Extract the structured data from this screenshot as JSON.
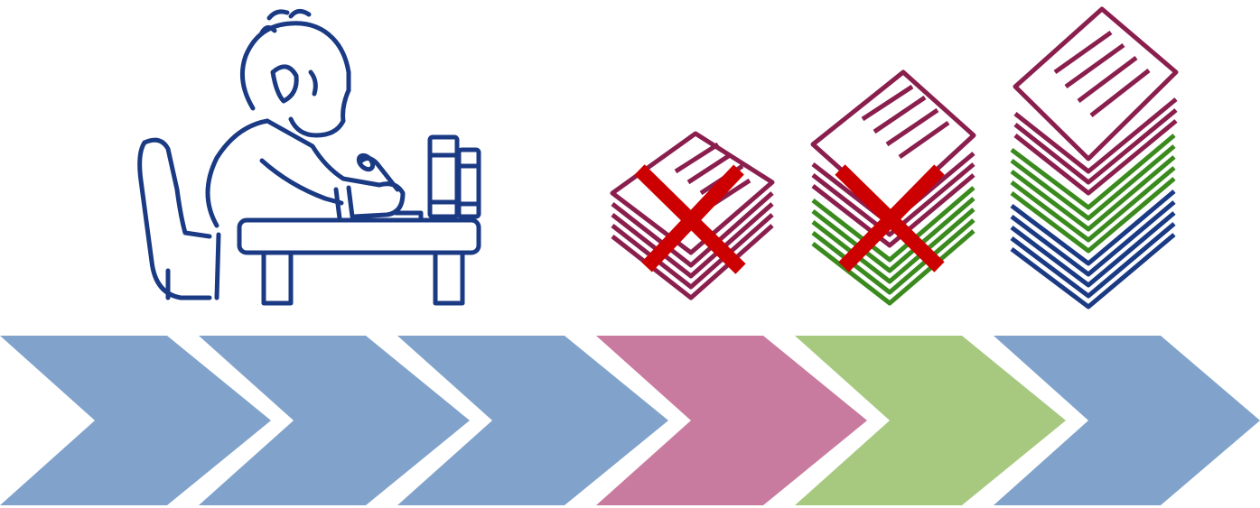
{
  "colors": {
    "background": "#ffffff",
    "line_navy": "#1b3a84",
    "sheet_maroon": "#8a1f4e",
    "sheet_green": "#3a8a1e",
    "sheet_blue": "#1b3a84",
    "reject_red": "#cc0000",
    "chevron_blue": "#81a3cb",
    "chevron_pink": "#c97b9f",
    "chevron_green": "#a6c97f"
  },
  "person": {
    "icon": "person-writing-at-desk-icon"
  },
  "paper_stacks": [
    {
      "icon": "paper-stack-icon",
      "layers": [
        "maroon"
      ],
      "rejected": true
    },
    {
      "icon": "paper-stack-icon",
      "layers": [
        "green",
        "maroon"
      ],
      "rejected": true
    },
    {
      "icon": "paper-stack-icon",
      "layers": [
        "blue",
        "green",
        "maroon"
      ],
      "rejected": false
    }
  ],
  "process_steps": [
    {
      "color": "blue"
    },
    {
      "color": "blue"
    },
    {
      "color": "blue"
    },
    {
      "color": "pink"
    },
    {
      "color": "green"
    },
    {
      "color": "blue"
    }
  ]
}
